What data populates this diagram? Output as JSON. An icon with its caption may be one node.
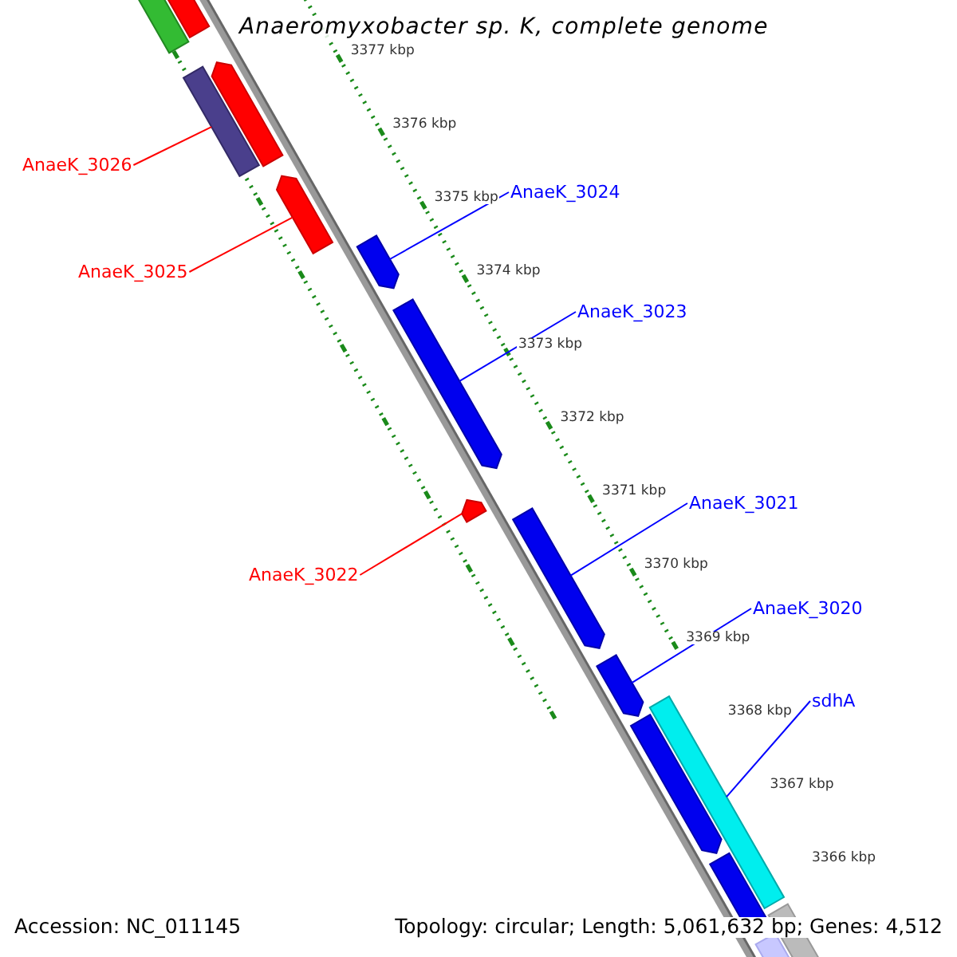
{
  "diagram": {
    "title": "Anaeromyxobacter sp. K, complete genome",
    "nodes": [
      {
        "text": [
          "AnaeK_3026"
        ]
      },
      {
        "text": [
          "AnaeK_3025"
        ]
      },
      {
        "text": [
          "AnaeK_3024"
        ]
      },
      {
        "text": [
          "AnaeK_3023"
        ]
      },
      {
        "text": [
          "AnaeK_3022"
        ]
      },
      {
        "text": [
          "AnaeK_3021"
        ]
      },
      {
        "text": [
          "AnaeK_3020"
        ]
      },
      {
        "text": [
          "sdhA"
        ]
      },
      {
        "text": [],
        "shape": "bar"
      },
      {
        "text": [],
        "shape": "bar"
      },
      {
        "text": [],
        "shape": "bar"
      },
      {
        "text": [],
        "shape": "bar"
      },
      {
        "text": [],
        "shape": "bar"
      },
      {
        "text": [],
        "shape": "bar"
      },
      {
        "text": [],
        "shape": "bar"
      },
      {
        "text": [],
        "shape": "bar"
      }
    ],
    "edges": [
      {
        "from": 0,
        "to": 8,
        "arrow": "none",
        "color": "#ff0000"
      },
      {
        "from": 1,
        "to": 9,
        "arrow": "none",
        "color": "#ff0000"
      },
      {
        "from": 2,
        "to": 10,
        "arrow": "none"
      },
      {
        "from": 3,
        "to": 11,
        "arrow": "none"
      },
      {
        "from": 4,
        "to": 12,
        "arrow": "none",
        "color": "#ff0000"
      },
      {
        "from": 5,
        "to": 13,
        "arrow": "none"
      },
      {
        "from": 6,
        "to": 14,
        "arrow": "none"
      },
      {
        "from": 7,
        "to": 15,
        "arrow": "none"
      }
    ],
    "labels": [
      "3377 kbp",
      "3376 kbp",
      "3375 kbp",
      "3374 kbp",
      "3373 kbp",
      "3372 kbp",
      "3371 kbp",
      "3370 kbp",
      "3369 kbp",
      "3368 kbp",
      "3367 kbp",
      "3366 kbp",
      "Accession: NC_011145",
      "Topology: circular; Length: 5,061,632 bp; Genes: 4,512"
    ]
  }
}
